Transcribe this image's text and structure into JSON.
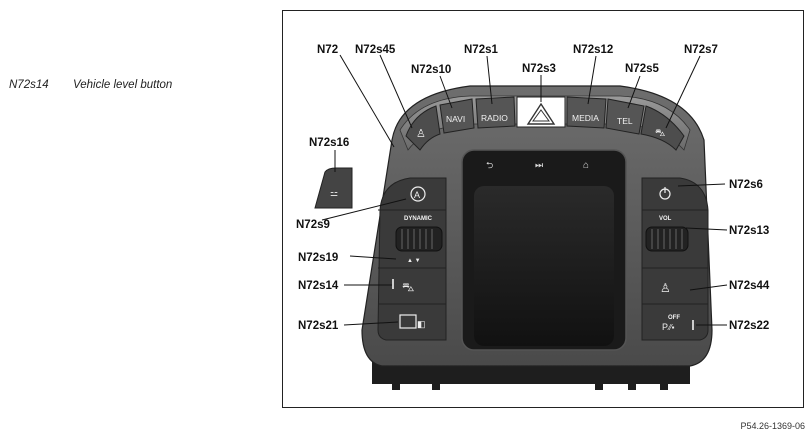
{
  "legend": {
    "code": "N72s14",
    "description": "Vehicle level button"
  },
  "reference": "P54.26-1369-06",
  "buttons": {
    "navi": "NAVI",
    "radio": "RADIO",
    "media": "MEDIA",
    "tel": "TEL",
    "dynamic": "DYNAMIC",
    "vol": "VOL",
    "off": "OFF",
    "park": "P"
  },
  "labels": {
    "n72": "N72",
    "n72s45": "N72s45",
    "n72s10": "N72s10",
    "n72s1": "N72s1",
    "n72s3": "N72s3",
    "n72s12": "N72s12",
    "n72s5": "N72s5",
    "n72s7": "N72s7",
    "n72s16": "N72s16",
    "n72s6": "N72s6",
    "n72s9": "N72s9",
    "n72s13": "N72s13",
    "n72s19": "N72s19",
    "n72s14": "N72s14",
    "n72s44": "N72s44",
    "n72s21": "N72s21",
    "n72s22": "N72s22"
  }
}
